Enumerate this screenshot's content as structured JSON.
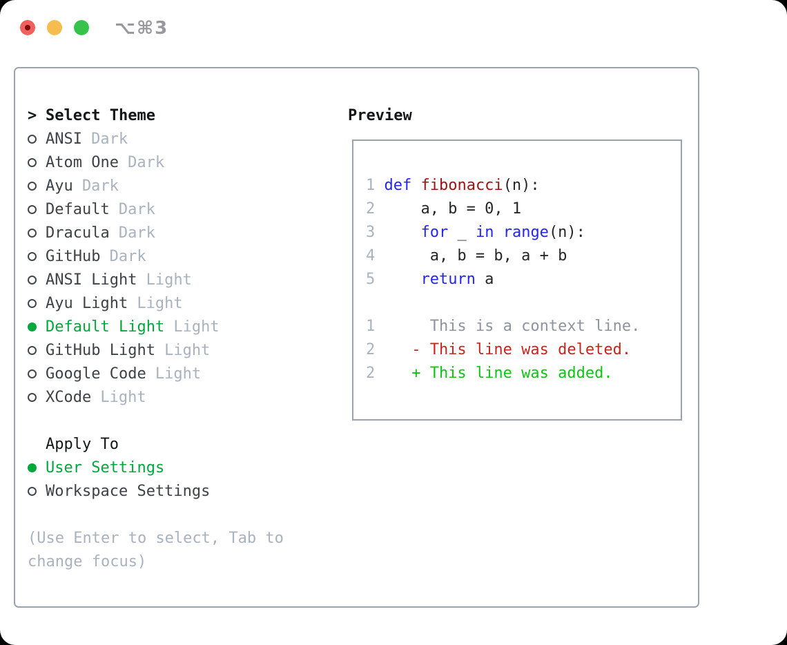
{
  "colors": {
    "green": "#00a83c",
    "code_keyword": "#2525f0",
    "code_function": "#a31212",
    "diff_deleted": "#c6261b",
    "diff_added": "#0fc414",
    "text_dark": "#3d4247",
    "text_black": "#141618",
    "muted": "#a9b2bf",
    "ctx_gray": "#8d949d",
    "border": "#99a2ae",
    "code_text": "#24262a",
    "titlebar_text": "#98989d",
    "light_red": "#f1605c",
    "red_dot": "#7e0b05",
    "light_yellow": "#f5bd4e",
    "light_green": "#37c24c"
  },
  "titlebar": {
    "shortcut": "⌥⌘3"
  },
  "theme_panel": {
    "header_marker": ">",
    "header": "Select Theme",
    "items": [
      {
        "name": "ANSI",
        "variant": "Dark",
        "selected": false
      },
      {
        "name": "Atom One",
        "variant": "Dark",
        "selected": false
      },
      {
        "name": "Ayu",
        "variant": "Dark",
        "selected": false
      },
      {
        "name": "Default",
        "variant": "Dark",
        "selected": false
      },
      {
        "name": "Dracula",
        "variant": "Dark",
        "selected": false
      },
      {
        "name": "GitHub",
        "variant": "Dark",
        "selected": false
      },
      {
        "name": "ANSI Light",
        "variant": "Light",
        "selected": false
      },
      {
        "name": "Ayu Light",
        "variant": "Light",
        "selected": false
      },
      {
        "name": "Default Light",
        "variant": "Light",
        "selected": true
      },
      {
        "name": "GitHub Light",
        "variant": "Light",
        "selected": false
      },
      {
        "name": "Google Code",
        "variant": "Light",
        "selected": false
      },
      {
        "name": "XCode",
        "variant": "Light",
        "selected": false
      }
    ],
    "apply_to": {
      "header": "Apply To",
      "options": [
        {
          "name": "User Settings",
          "selected": true
        },
        {
          "name": "Workspace Settings",
          "selected": false
        }
      ]
    },
    "help_lines": [
      "(Use Enter to select, Tab to",
      "change focus)"
    ]
  },
  "preview": {
    "title": "Preview",
    "code_lines": [
      {
        "n": "1",
        "seg": [
          {
            "t": "def",
            "c": "kw"
          },
          {
            "t": " ",
            "c": "pl"
          },
          {
            "t": "fibonacci",
            "c": "fn"
          },
          {
            "t": "(n):",
            "c": "pl"
          }
        ]
      },
      {
        "n": "2",
        "seg": [
          {
            "t": "    a, b = 0, 1",
            "c": "pl"
          }
        ]
      },
      {
        "n": "3",
        "seg": [
          {
            "t": "    ",
            "c": "pl"
          },
          {
            "t": "for",
            "c": "kw"
          },
          {
            "t": " _ ",
            "c": "pl"
          },
          {
            "t": "in",
            "c": "kw"
          },
          {
            "t": " ",
            "c": "pl"
          },
          {
            "t": "range",
            "c": "kw"
          },
          {
            "t": "(n):",
            "c": "pl"
          }
        ]
      },
      {
        "n": "4",
        "seg": [
          {
            "t": "     a, b = b, a + b",
            "c": "pl"
          }
        ]
      },
      {
        "n": "5",
        "seg": [
          {
            "t": "    ",
            "c": "pl"
          },
          {
            "t": "return",
            "c": "kw"
          },
          {
            "t": " a",
            "c": "pl"
          }
        ]
      },
      {
        "n": "",
        "seg": []
      },
      {
        "n": "1",
        "seg": [
          {
            "t": "     This is a context line.",
            "c": "ctx"
          }
        ]
      },
      {
        "n": "2",
        "seg": [
          {
            "t": "   - This line was deleted.",
            "c": "del"
          }
        ]
      },
      {
        "n": "2",
        "seg": [
          {
            "t": "   + This line was added.",
            "c": "add"
          }
        ]
      }
    ]
  }
}
